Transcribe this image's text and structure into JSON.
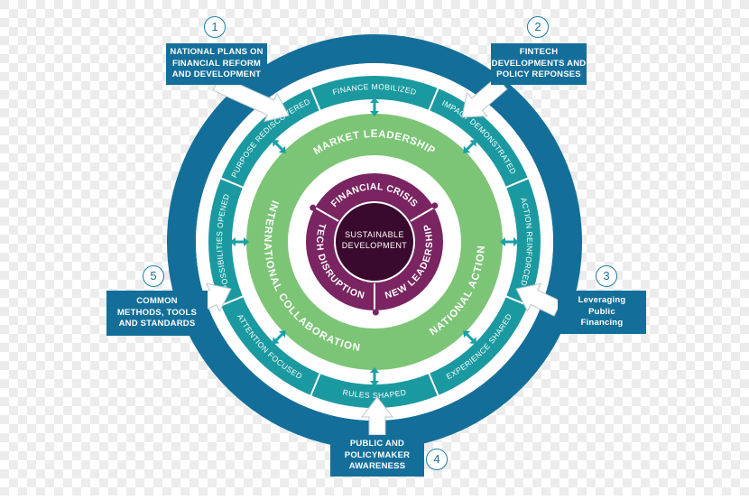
{
  "colors": {
    "outer_ring": "#136f9a",
    "teal_ring": "#1a9aa0",
    "green_ring": "#7cc576",
    "purple_ring": "#7a2461",
    "center": "#3a0a2e",
    "arrow": "#1aa0a6"
  },
  "inputs": [
    {
      "number": "1",
      "label": "NATIONAL PLANS ON\nFINANCIAL REFORM\nAND DEVELOPMENT"
    },
    {
      "number": "2",
      "label": "FINTECH\nDEVELOPMENTS AND\nPOLICY REPONSES"
    },
    {
      "number": "3",
      "label": "Leveraging\nPublic\nFinancing"
    },
    {
      "number": "4",
      "label": "PUBLIC AND\nPOLICYMAKER\nAWARENESS"
    },
    {
      "number": "5",
      "label": "COMMON\nMETHODS, TOOLS\nAND STANDARDS"
    }
  ],
  "outcome_ring": [
    "Finance Mobilized",
    "Impact Demonstrated",
    "Action Reinforced",
    "Experience Shared",
    "Rules Shaped",
    "Attention Focused",
    "Possibilities Opened",
    "Purpose Rediscovered"
  ],
  "leadership_ring": [
    "Market Leadership",
    "National Action",
    "International Collaboration"
  ],
  "drivers_ring": [
    "Financial Crisis",
    "New Leadership",
    "Tech Disruption"
  ],
  "center": "SUSTAINABLE\nDEVELOPMENT"
}
